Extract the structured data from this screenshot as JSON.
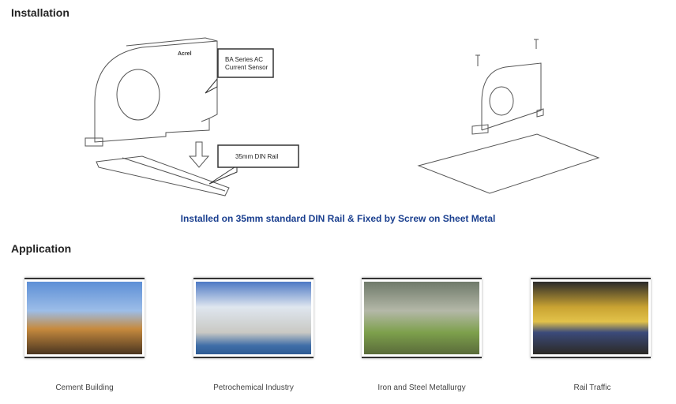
{
  "installation": {
    "title": "Installation",
    "callout_sensor_line1": "BA Series AC",
    "callout_sensor_line2": "Current Sensor",
    "callout_rail": "35mm  DIN Rail",
    "caption": "Installed on 35mm standard DIN Rail & Fixed by Screw on Sheet Metal",
    "logo": "Acrel"
  },
  "application": {
    "title": "Application",
    "items": [
      {
        "label": "Cement Building"
      },
      {
        "label": "Petrochemical Industry"
      },
      {
        "label": "Iron and Steel Metallurgy"
      },
      {
        "label": "Rail Traffic"
      }
    ]
  }
}
